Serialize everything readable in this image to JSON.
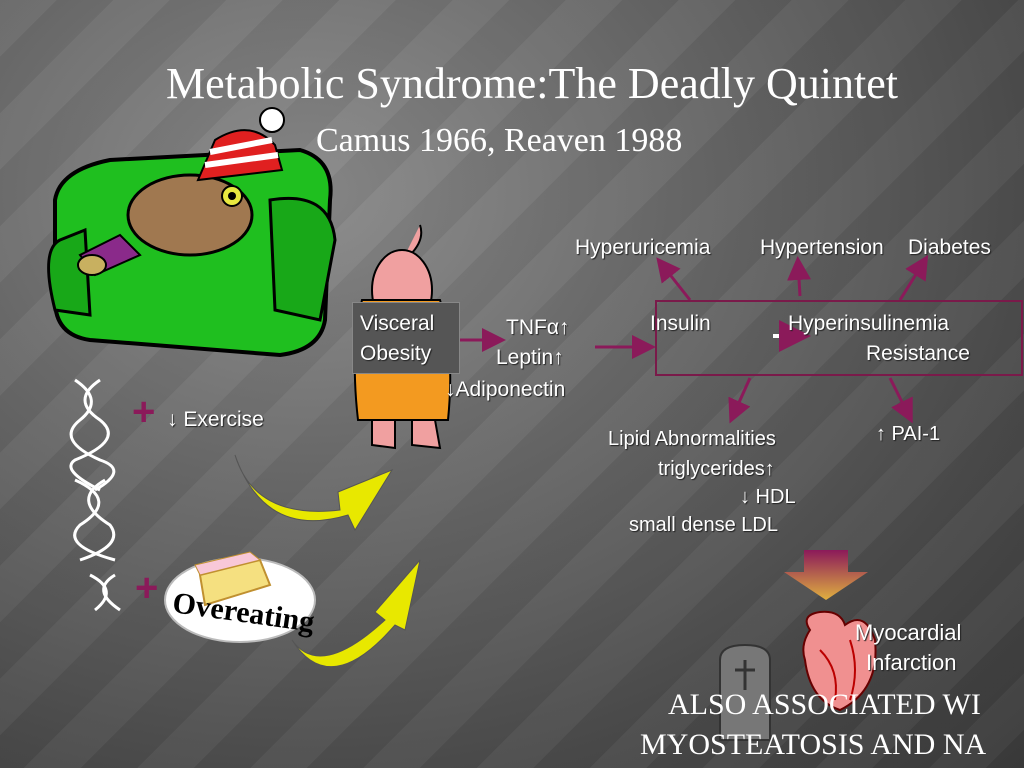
{
  "title": "Metabolic Syndrome:The Deadly Quintet",
  "subtitle": "Camus 1966, Reaven 1988",
  "labels": {
    "hyperuricemia": "Hyperuricemia",
    "hypertension": "Hypertension",
    "diabetes": "Diabetes",
    "visceral": "Visceral",
    "obesity": "Obesity",
    "tnf": "TNFα↑",
    "leptin": "Leptin↑",
    "adiponectin": "↓Adiponectin",
    "insulin": "Insulin",
    "resistance": "Resistance",
    "hyperinsulinemia": "Hyperinsulinemia",
    "exercise": "↓ Exercise",
    "overeating": "Overeating",
    "lipid": "Lipid Abnormalities",
    "triglycerides": "triglycerides↑",
    "hdl": "↓ HDL",
    "ldl": "small dense LDL",
    "pai": "↑ PAI-1",
    "myocardial": "Myocardial",
    "infarction": "Infarction",
    "also1": "ALSO ASSOCIATED WI",
    "also2": "MYOSTEATOSIS AND NA",
    "plus": "+"
  },
  "colors": {
    "accent": "#8b1a5a",
    "arrow_yellow": "#e8e800"
  }
}
